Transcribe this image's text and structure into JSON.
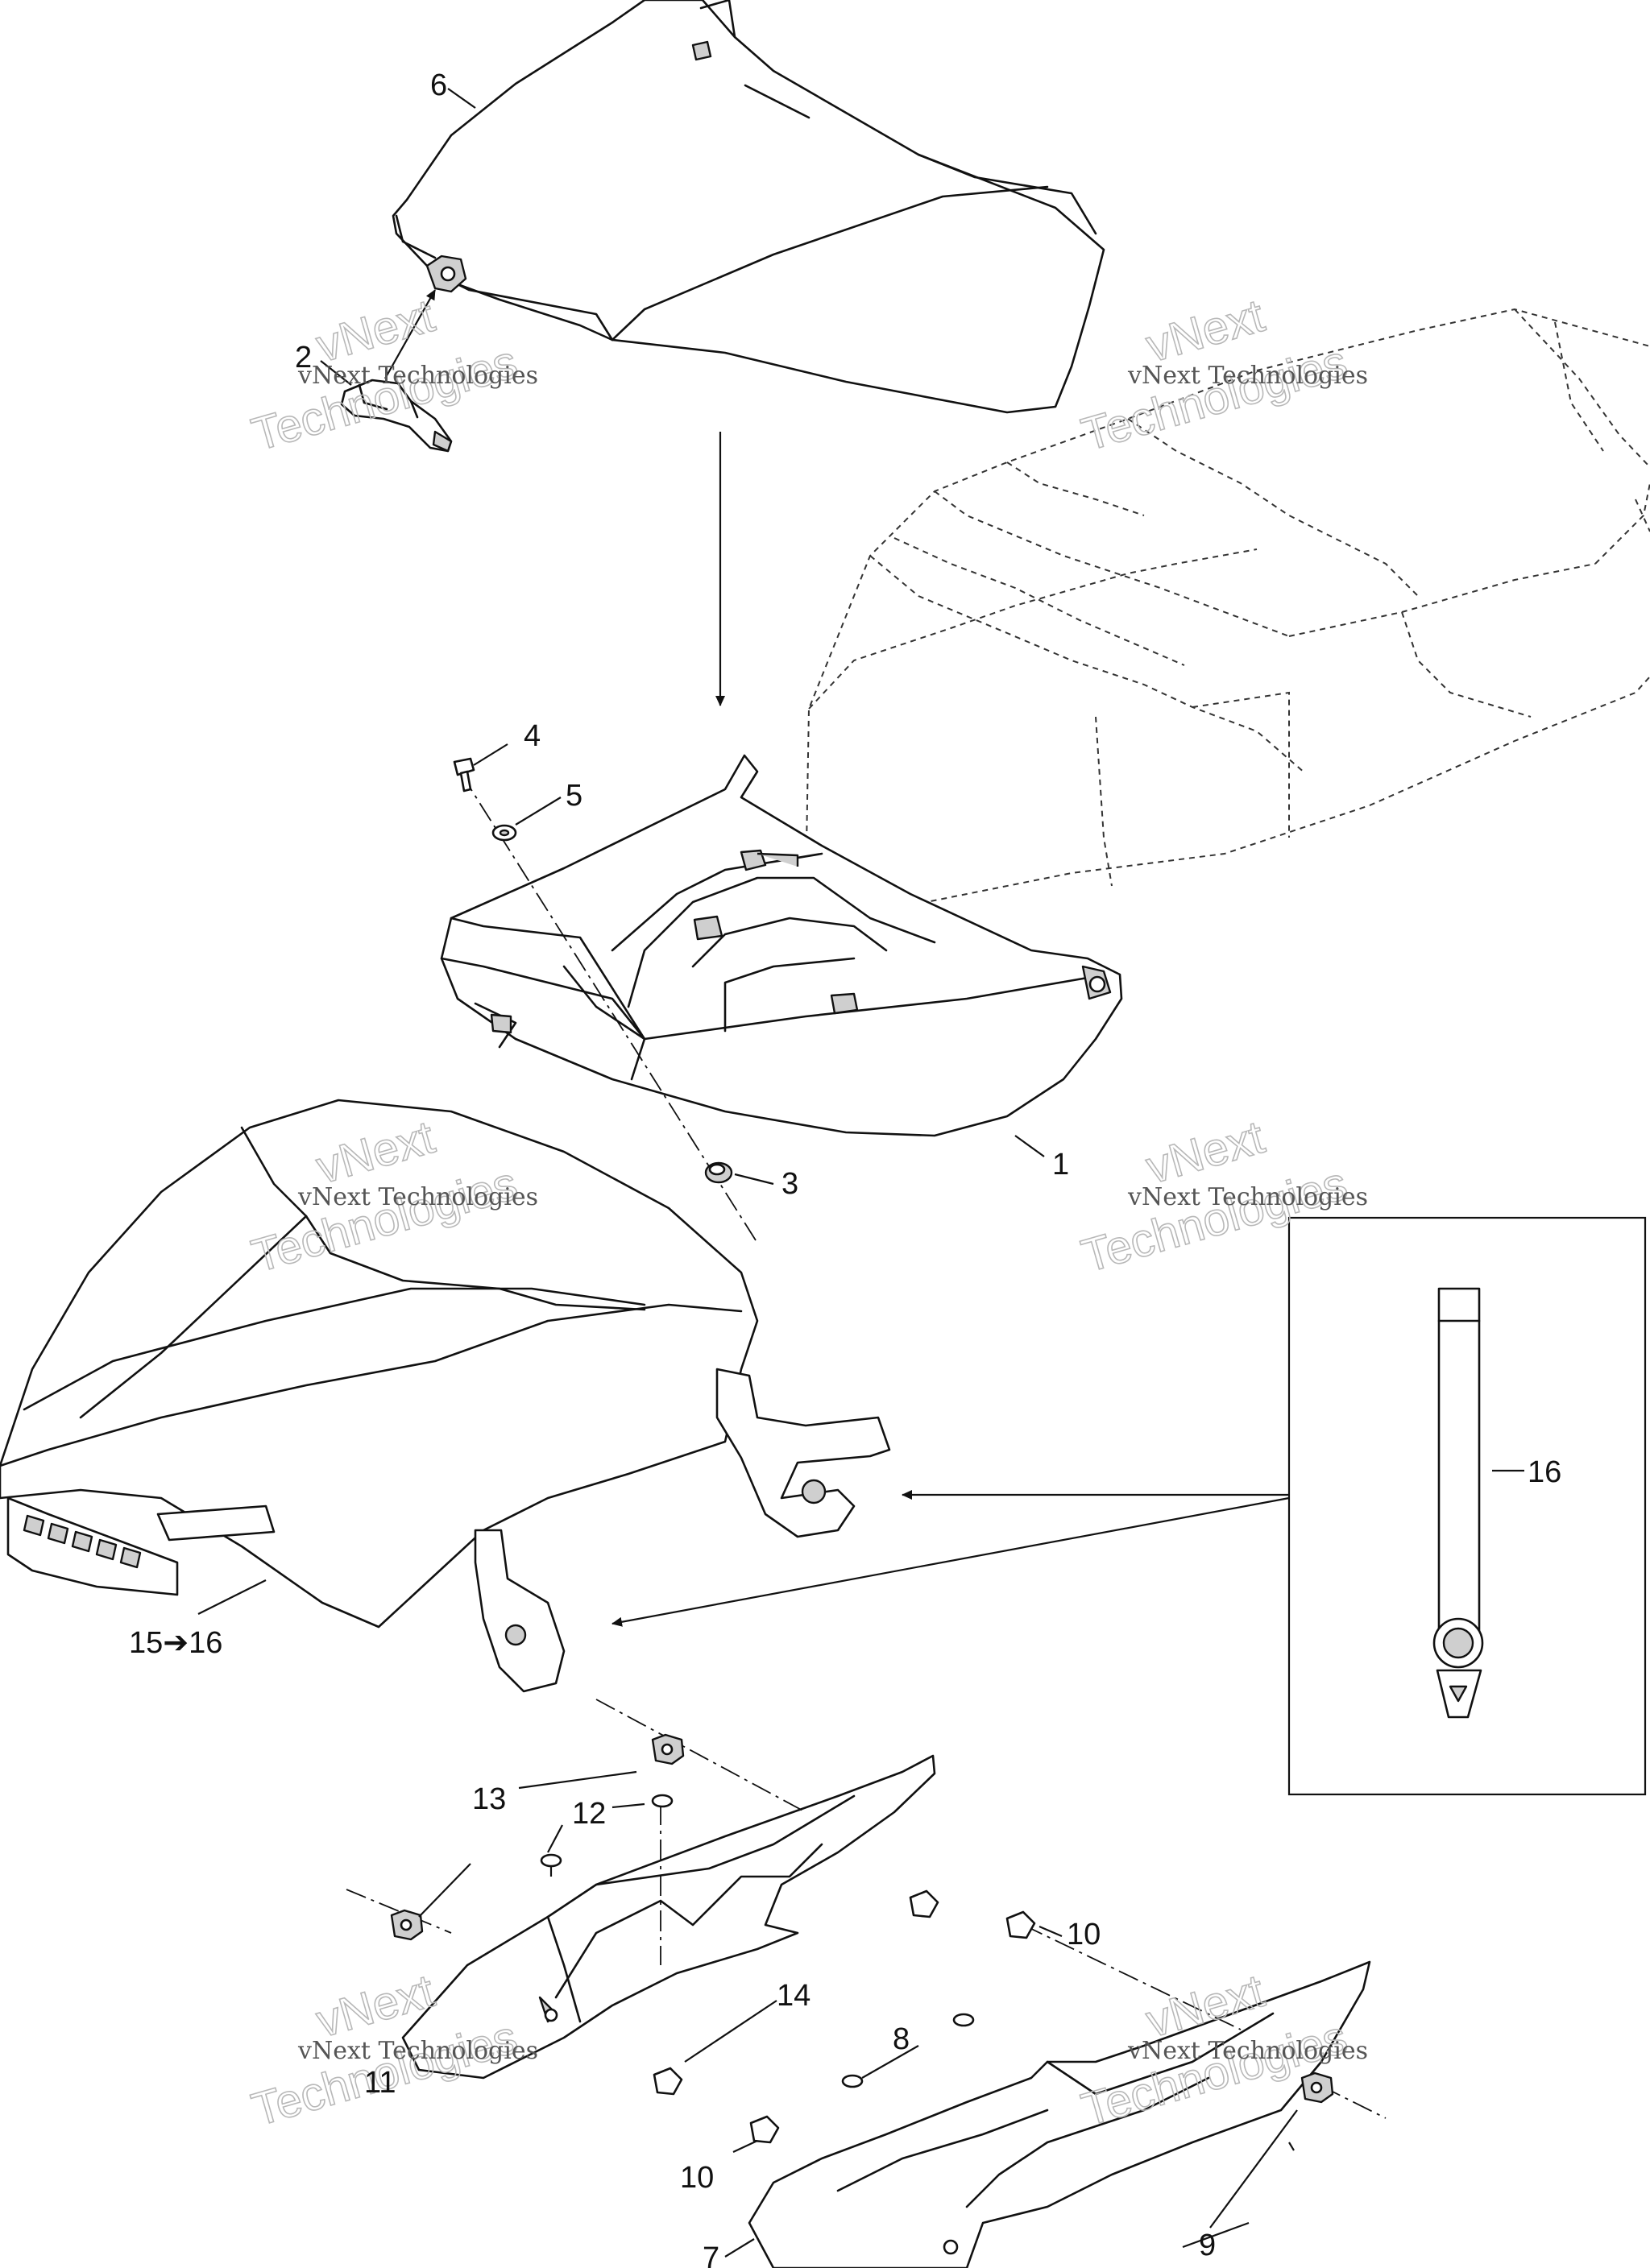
{
  "callouts": {
    "c1": "1",
    "c2": "2",
    "c3": "3",
    "c4": "4",
    "c5": "5",
    "c6": "6",
    "c7": "7",
    "c8": "8",
    "c9": "9",
    "c10a": "10",
    "c10b": "10",
    "c11": "11",
    "c12": "12",
    "c13": "13",
    "c14": "14",
    "c16": "16",
    "c15to16": "15➔16"
  },
  "watermark": {
    "company_line": "vNext Technologies",
    "brand": "vNext",
    "word": "Technologies"
  },
  "icons": [
    "arrow-head-icon",
    "fastener-icon",
    "washer-icon",
    "nut-icon",
    "latch-icon"
  ],
  "colors": {
    "line": "#111111",
    "watermark": "#b8b8b8",
    "background": "#ffffff"
  }
}
